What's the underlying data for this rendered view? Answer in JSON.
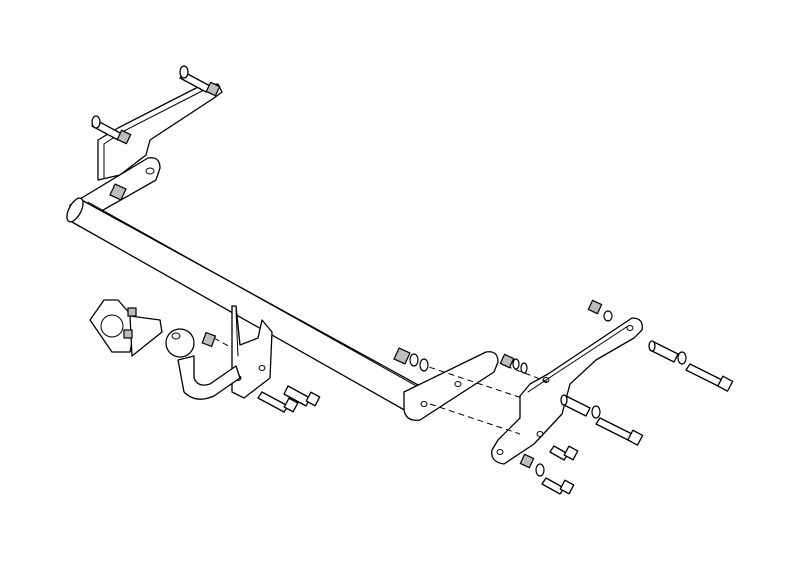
{
  "diagram": {
    "kind": "exploded-assembly-line-drawing",
    "style": {
      "stroke": "#000000",
      "background": "#ffffff",
      "nut_fill": "#bdbdbd"
    },
    "components": [
      "crossbar",
      "left-side-bracket",
      "tow-ball-neck",
      "socket-plate",
      "right-mounting-plate",
      "right-side-bracket",
      "bolts",
      "nuts",
      "washers",
      "spacer-sleeves"
    ]
  }
}
